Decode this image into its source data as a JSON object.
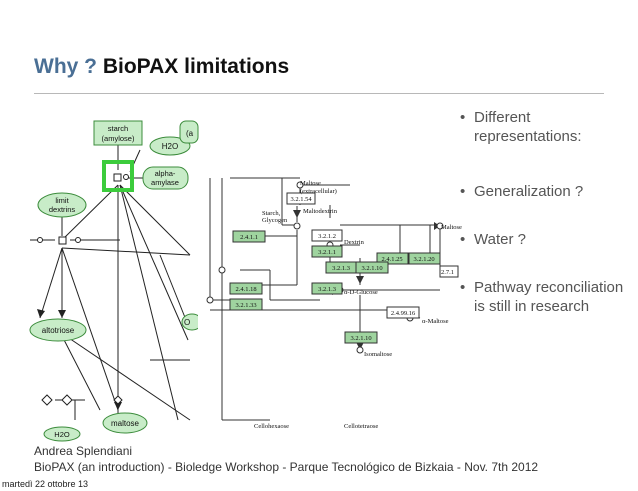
{
  "slide": {
    "title_prefix": "Why ?",
    "title_main": "BioPAX limitations"
  },
  "bullets": [
    {
      "text": "Different representations:"
    },
    {
      "text": "Generalization ?"
    },
    {
      "text": "Water ?"
    },
    {
      "text": "Pathway reconciliation is still in research"
    }
  ],
  "left_diagram": {
    "nodes": [
      "starch (amylose)",
      "H2O",
      "alpha-amylase",
      "limit dextrins",
      "altotriose",
      "maltose",
      "H2O",
      "(a",
      "O"
    ]
  },
  "right_diagram": {
    "labels": [
      "3.2.1.54",
      "Maltose (extracellular)",
      "Starch, Glycogen",
      "Maltodextrin",
      "Maltose",
      "2.4.1.1",
      "3.2.1.2",
      "Dextrin",
      "3.2.1.1",
      "2.4.1.25",
      "3.2.1.20",
      "3.2.1.3",
      "3.2.1.10",
      "2.7.1",
      "2.4.1.18",
      "3.2.1.3",
      "α-D-Glucose",
      "3.2.1.33",
      "2.4.99.16",
      "α-Maltose",
      "3.2.1.10",
      "Isomaltose",
      "Cellohexaose",
      "Cellotetraose"
    ]
  },
  "footer": {
    "author": "Andrea Splendiani",
    "citation": "BioPAX (an introduction) - Bioledge Workshop - Parque Tecnológico de Bizkaia - Nov. 7th 2012"
  },
  "timestamp": "martedì 22 ottobre 13",
  "colors": {
    "title_accent": "#4a6f95",
    "node_fill": "#c8ecc8",
    "node_stroke": "#3c8c3c",
    "highlight_box": "#3ccc3c",
    "ec_box": "#9fd49f"
  }
}
